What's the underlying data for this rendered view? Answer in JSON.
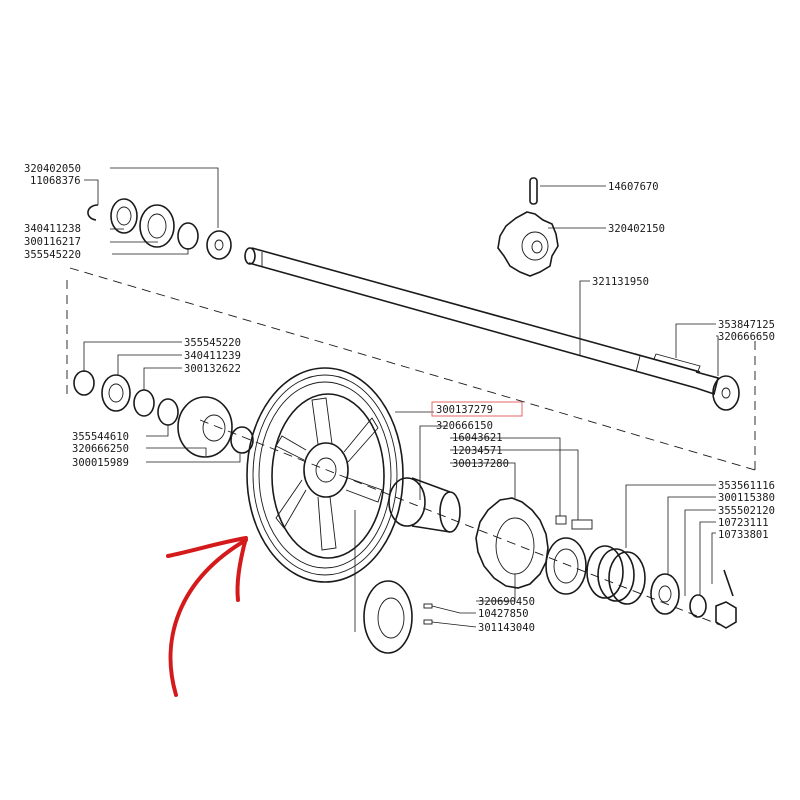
{
  "diagram": {
    "highlight_color": "#e06666",
    "arrow_color": "#d41a1a",
    "labels": {
      "p320402050": "320402050",
      "p11068376": "11068376",
      "p340411238": "340411238",
      "p300116217": "300116217",
      "p355545220a": "355545220",
      "p14607670": "14607670",
      "p320402150": "320402150",
      "p321131950": "321131950",
      "p353847125": "353847125",
      "p320666650": "320666650",
      "p355545220b": "355545220",
      "p340411239": "340411239",
      "p300132622": "300132622",
      "p355544610": "355544610",
      "p320666250": "320666250",
      "p300015989": "300015989",
      "p300137279": "300137279",
      "p320666150": "320666150",
      "p16043621": "16043621",
      "p12034571": "12034571",
      "p300137280": "300137280",
      "p353561116": "353561116",
      "p300115380": "300115380",
      "p355502120": "355502120",
      "p10723111": "10723111",
      "p10733801": "10733801",
      "p320690450": "320690450",
      "p10427850": "10427850",
      "p301143040": "301143040"
    }
  }
}
